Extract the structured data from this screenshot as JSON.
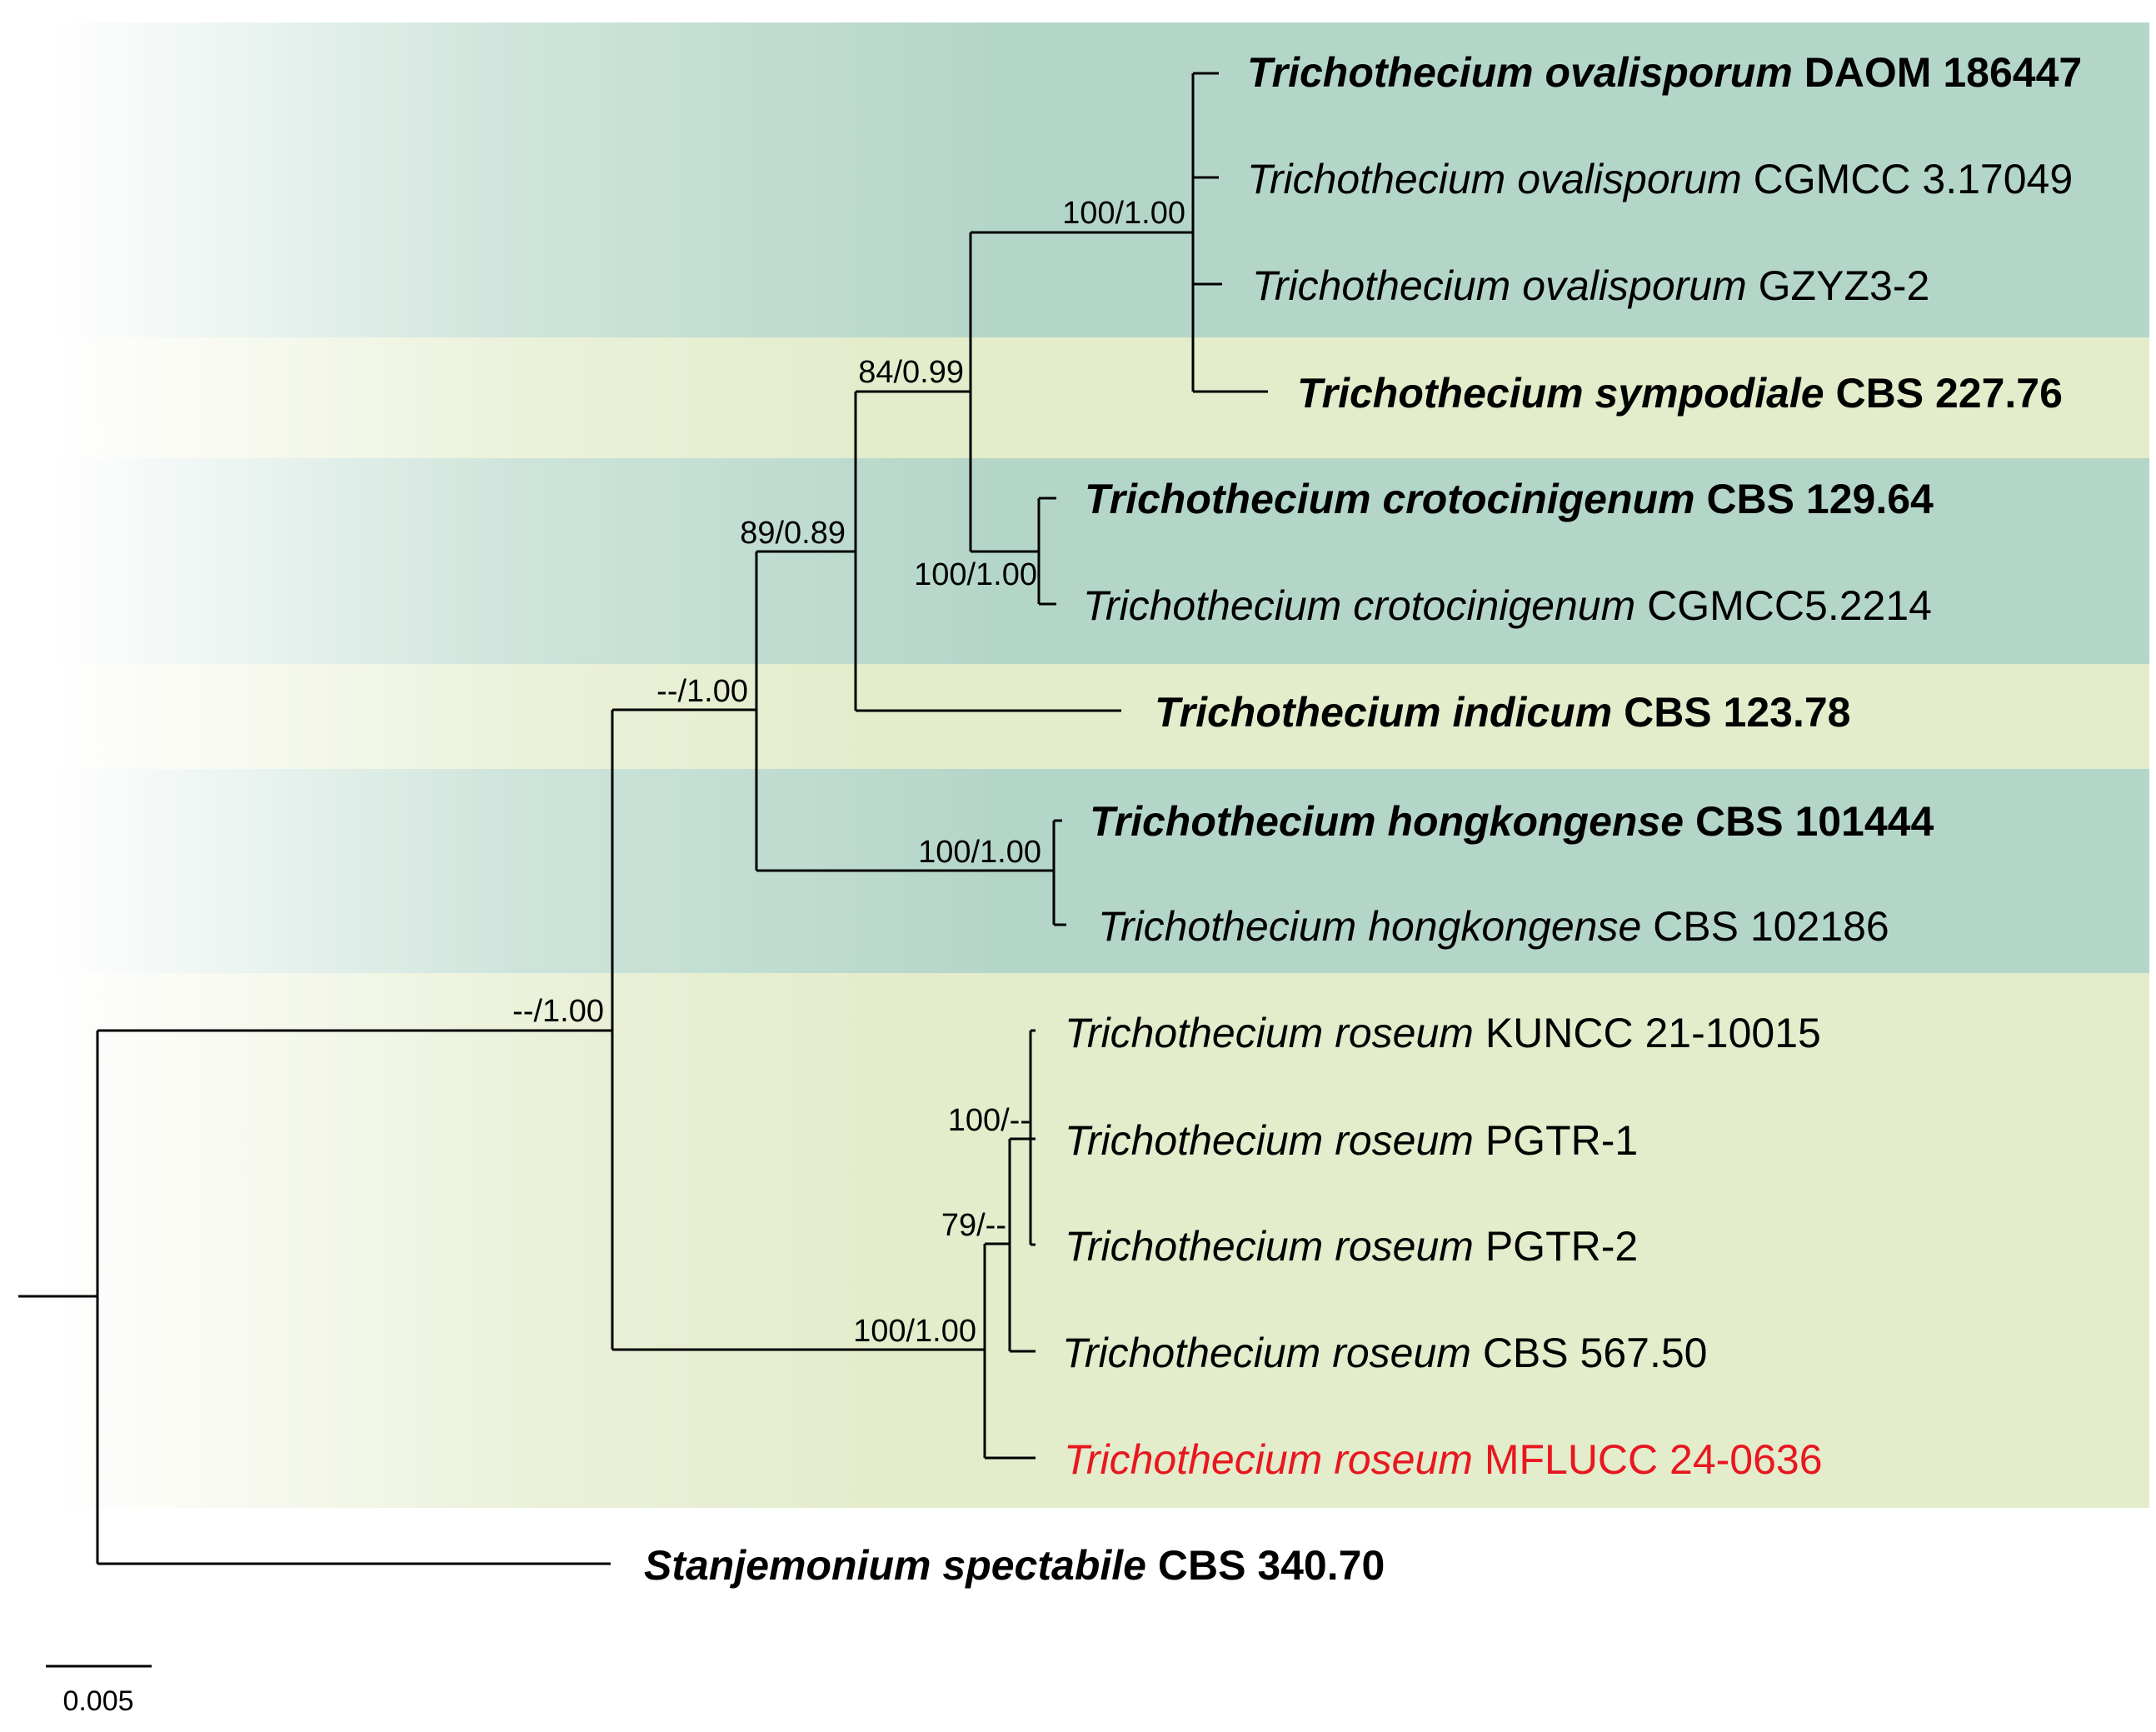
{
  "colors": {
    "band_teal": "#b4d6c8",
    "band_lime": "#e3eccb",
    "line": "#000000",
    "highlight": "#e8171f"
  },
  "taxa": [
    {
      "id": "t1",
      "genus": "Trichothecium",
      "epithet": "ovalisporum",
      "strain": "DAOM 186447",
      "bold": true,
      "highlight": false
    },
    {
      "id": "t2",
      "genus": "Trichothecium",
      "epithet": "ovalisporum",
      "strain": "CGMCC 3.17049",
      "bold": false,
      "highlight": false
    },
    {
      "id": "t3",
      "genus": "Trichothecium",
      "epithet": "ovalisporum",
      "strain": "GZYZ3-2",
      "bold": false,
      "highlight": false
    },
    {
      "id": "t4",
      "genus": "Trichothecium",
      "epithet": "sympodiale",
      "strain": "CBS 227.76",
      "bold": true,
      "highlight": false
    },
    {
      "id": "t5",
      "genus": "Trichothecium",
      "epithet": "crotocinigenum",
      "strain": "CBS 129.64",
      "bold": true,
      "highlight": false
    },
    {
      "id": "t6",
      "genus": "Trichothecium",
      "epithet": "crotocinigenum",
      "strain": "CGMCC5.2214",
      "bold": false,
      "highlight": false
    },
    {
      "id": "t7",
      "genus": "Trichothecium",
      "epithet": "indicum",
      "strain": "CBS 123.78",
      "bold": true,
      "highlight": false
    },
    {
      "id": "t8",
      "genus": "Trichothecium",
      "epithet": "hongkongense",
      "strain": "CBS 101444",
      "bold": true,
      "highlight": false
    },
    {
      "id": "t9",
      "genus": "Trichothecium",
      "epithet": "hongkongense",
      "strain": "CBS 102186",
      "bold": false,
      "highlight": false
    },
    {
      "id": "t10",
      "genus": "Trichothecium",
      "epithet": "roseum",
      "strain": "KUNCC 21-10015",
      "bold": false,
      "highlight": false
    },
    {
      "id": "t11",
      "genus": "Trichothecium",
      "epithet": "roseum",
      "strain": "PGTR-1",
      "bold": false,
      "highlight": false
    },
    {
      "id": "t12",
      "genus": "Trichothecium",
      "epithet": "roseum",
      "strain": "PGTR-2",
      "bold": false,
      "highlight": false
    },
    {
      "id": "t13",
      "genus": "Trichothecium",
      "epithet": "roseum",
      "strain": "CBS 567.50",
      "bold": false,
      "highlight": false
    },
    {
      "id": "t14",
      "genus": "Trichothecium",
      "epithet": "roseum",
      "strain": "MFLUCC 24-0636",
      "bold": false,
      "highlight": true
    },
    {
      "id": "t15",
      "genus": "Stanjemonium",
      "epithet": "spectabile",
      "strain": "CBS 340.70",
      "bold": true,
      "highlight": false
    }
  ],
  "support_values": [
    "100/1.00",
    "84/0.99",
    "100/1.00",
    "89/0.89",
    "--/1.00",
    "100/1.00",
    "--/1.00",
    "100/--",
    "79/--",
    "100/1.00"
  ],
  "scale_bar": {
    "label": "0.005"
  }
}
